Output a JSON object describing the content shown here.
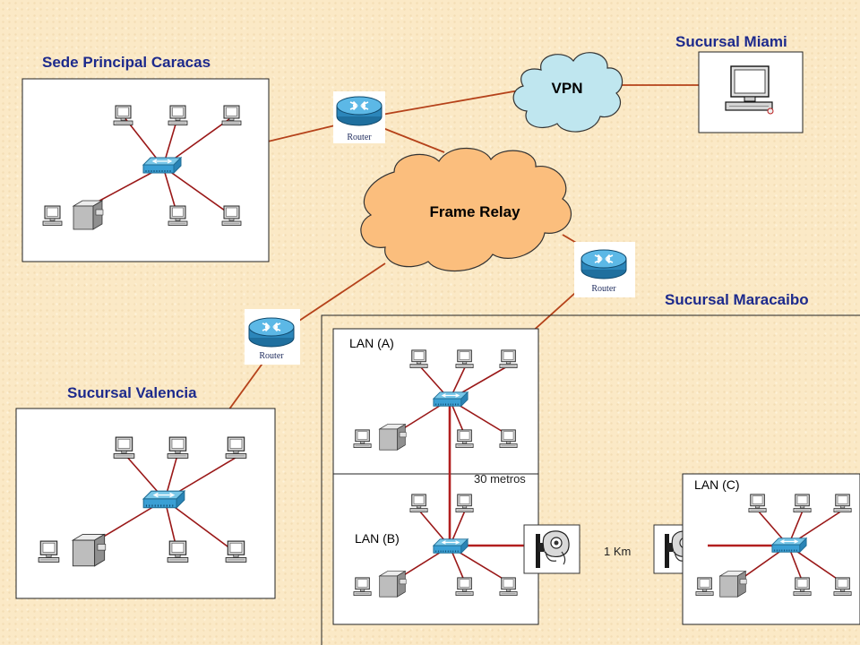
{
  "sites": {
    "caracas": "Sede Principal Caracas",
    "miami": "Sucursal Miami",
    "valencia": "Sucursal Valencia",
    "maracaibo": "Sucursal Maracaibo"
  },
  "clouds": {
    "vpn": "VPN",
    "frame_relay": "Frame Relay"
  },
  "router_label": "Router",
  "lans": {
    "a": "LAN (A)",
    "b": "LAN (B)",
    "c": "LAN (C)"
  },
  "distances": {
    "ab": "30 metros",
    "bc": "1 Km"
  },
  "colors": {
    "title_blue": "#1d2a8c",
    "lan_link": "#9a1818",
    "wan_link": "#b5421a",
    "vpn_cloud": "#bfe6ef",
    "frame_relay_cloud": "#fbbe7d",
    "background": "#fbe9c6"
  }
}
